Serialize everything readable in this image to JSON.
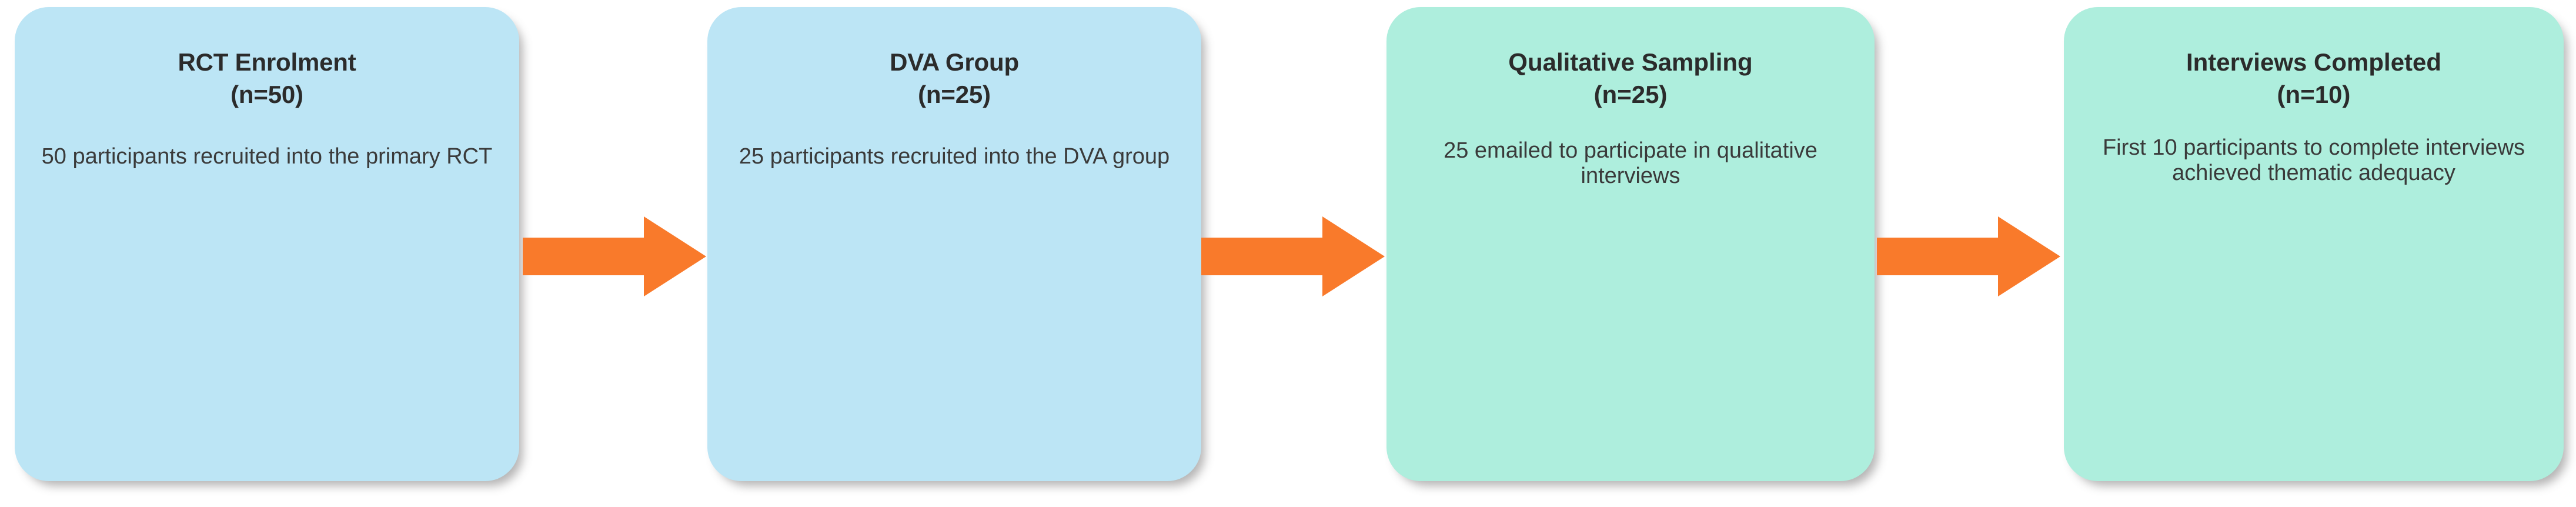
{
  "diagram": {
    "type": "flowchart",
    "orientation": "left-to-right",
    "background_color": "#ffffff",
    "title_text_color": "#2b2b2b",
    "body_text_color": "#3a3a3a",
    "arrow_color": "#f97a2b",
    "node_colors": {
      "blue": "#bce5f5",
      "green": "#aeeedd"
    },
    "nodes": [
      {
        "id": "rct-enrolment",
        "title": "RCT Enrolment\n(n=50)",
        "body": "50 participants recruited into the primary RCT",
        "color_key": "blue",
        "color": "#bce5f5",
        "count_label": "(n=50)",
        "count": 50
      },
      {
        "id": "dva-group",
        "title": "DVA Group\n(n=25)",
        "body": "25 participants recruited into the DVA group",
        "color_key": "blue",
        "color": "#bce5f5",
        "count_label": "(n=25)",
        "count": 25
      },
      {
        "id": "qualitative-sampling",
        "title": "Qualitative Sampling\n(n=25)",
        "body": "25 emailed to participate in qualitative interviews",
        "color_key": "green",
        "color": "#aeeedd",
        "count_label": "(n=25)",
        "count": 25
      },
      {
        "id": "interviews-completed",
        "title": "Interviews Completed\n(n=10)",
        "body": "First 10 participants to complete interviews achieved thematic adequacy",
        "color_key": "green",
        "color": "#aeeedd",
        "count_label": "(n=10)",
        "count": 10
      }
    ],
    "connectors": [
      {
        "id": "arrow-1",
        "from": "rct-enrolment",
        "to": "dva-group",
        "shape": "block-arrow-right",
        "color": "#f97a2b"
      },
      {
        "id": "arrow-2",
        "from": "dva-group",
        "to": "qualitative-sampling",
        "shape": "block-arrow-right",
        "color": "#f97a2b"
      },
      {
        "id": "arrow-3",
        "from": "qualitative-sampling",
        "to": "interviews-completed",
        "shape": "block-arrow-right",
        "color": "#f97a2b"
      }
    ]
  }
}
